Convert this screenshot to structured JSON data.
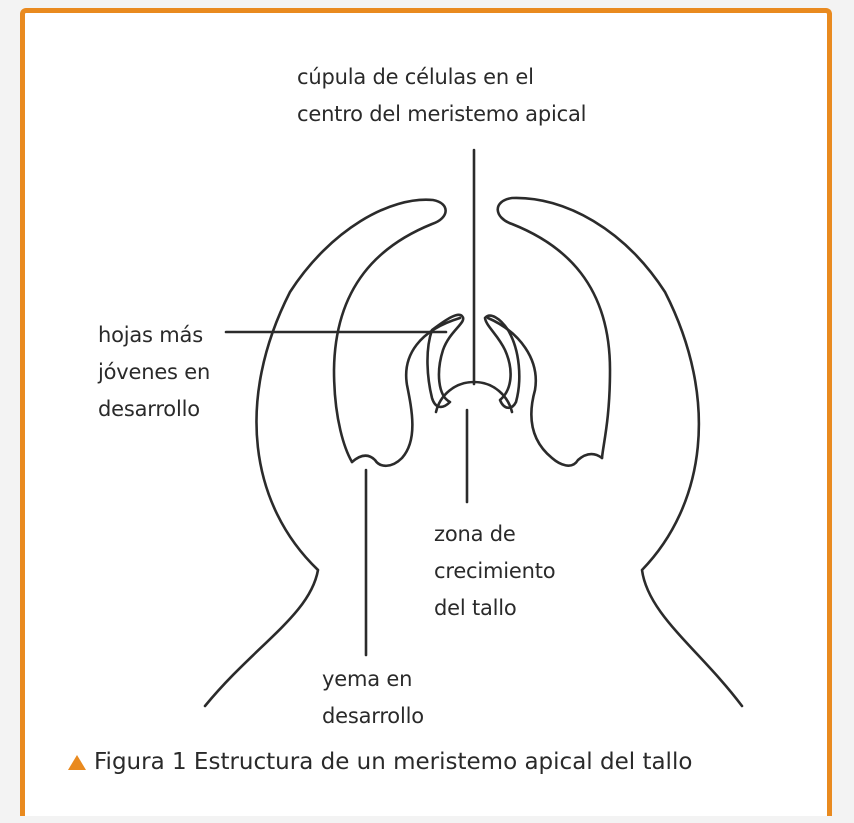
{
  "figure": {
    "accent_color": "#e98a1f",
    "caption_marker_icon": "orange-triangle-icon",
    "caption": "Figura 1 Estructura de un meristemo apical del tallo"
  },
  "labels": {
    "cupula": {
      "line1": "cúpula de células en el",
      "line2": "centro del meristemo apical"
    },
    "hojas": {
      "line1": "hojas más",
      "line2": "jóvenes en",
      "line3": "desarrollo"
    },
    "zona": {
      "line1": "zona de",
      "line2": "crecimiento",
      "line3": "del tallo"
    },
    "yema": {
      "line1": "yema en",
      "line2": "desarrollo"
    }
  }
}
